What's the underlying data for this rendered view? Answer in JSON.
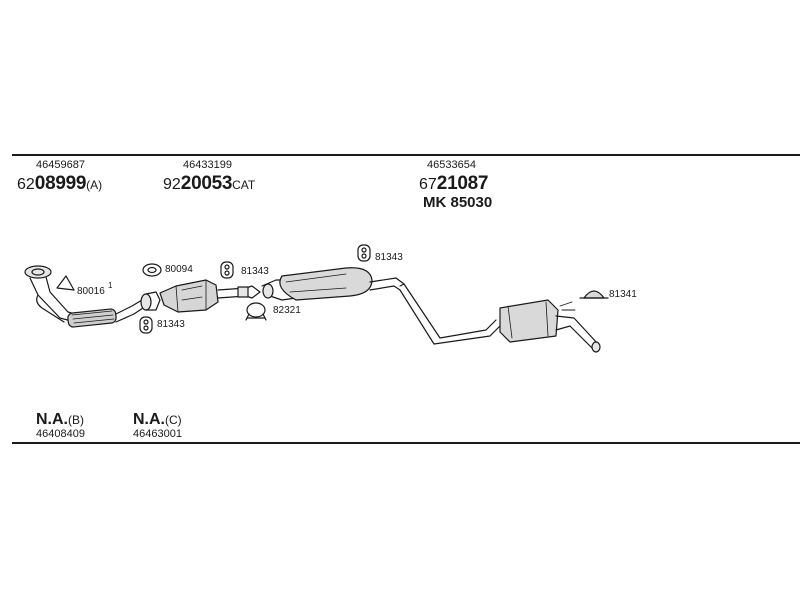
{
  "top_left": {
    "oe_number": "46459687",
    "part_prefix": "62",
    "part_bold": "08999",
    "part_suffix": "(A)"
  },
  "top_middle": {
    "oe_number": "46433199",
    "part_prefix": "92",
    "part_bold": "20053",
    "part_suffix": "CAT"
  },
  "top_right": {
    "oe_number": "46533654",
    "part_prefix": "67",
    "part_bold": "21087",
    "mk_label": "MK 85030"
  },
  "callouts": {
    "c80016": "80016",
    "c80094": "80094",
    "c81343_top": "81343",
    "c81343_left": "81343",
    "c81343_mid": "81343",
    "c82321": "82321",
    "c81341": "81341",
    "superscript": "1"
  },
  "bottom_left": {
    "na_bold": "N.A.",
    "na_suffix": "(B)",
    "oe_number": "46408409"
  },
  "bottom_middle": {
    "na_bold": "N.A.",
    "na_suffix": "(C)",
    "oe_number": "46463001"
  }
}
